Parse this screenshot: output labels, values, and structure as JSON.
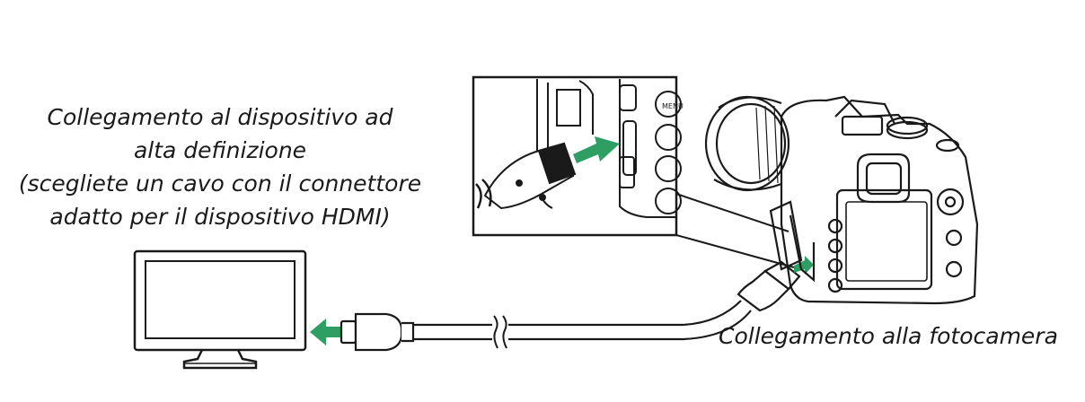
{
  "labels": {
    "device_line1": "Collegamento al dispositivo ad",
    "device_line2": "alta definizione",
    "device_line3": "(scegliete un cavo con il connettore",
    "device_line4": "adatto per il dispositivo HDMI)",
    "camera": "Collegamento alla fotocamera"
  },
  "colors": {
    "arrow": "#2e9e63",
    "line": "#1a1a1a",
    "background": "#ffffff"
  },
  "icons": [
    "tv-icon",
    "hdmi-plug-icon",
    "camera-icon",
    "arrow-left-icon",
    "arrow-right-icon"
  ]
}
